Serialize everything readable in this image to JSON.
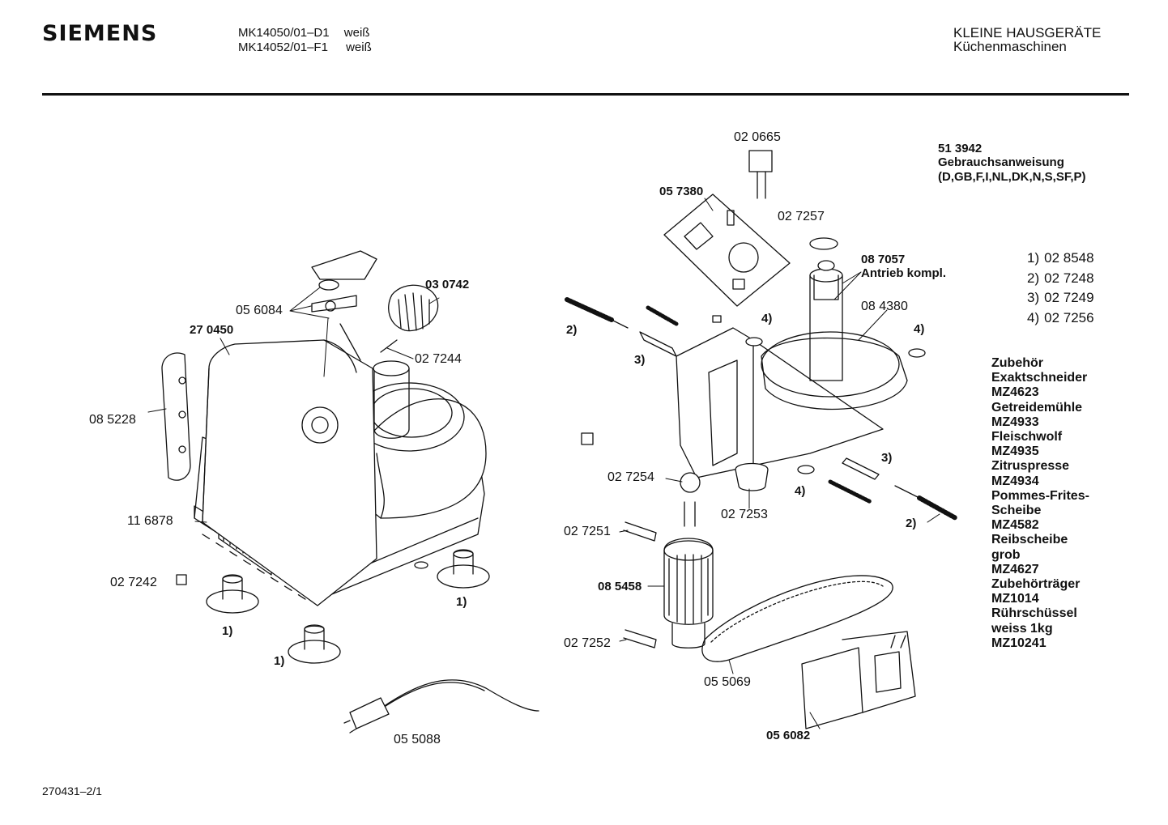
{
  "header": {
    "brand": "SIEMENS",
    "models": [
      {
        "code": "MK14050/01–D1",
        "color": "weiß"
      },
      {
        "code": "MK14052/01–F1",
        "color": "weiß"
      }
    ],
    "category": "KLEINE HAUSGERÄTE",
    "subcategory": "Küchenmaschinen"
  },
  "manual": {
    "part_number": "51 3942",
    "title": "Gebrauchsanweisung",
    "languages": "(D,GB,F,I,NL,DK,N,S,SF,P)"
  },
  "legend": [
    {
      "key": "1)",
      "part": "02 8548"
    },
    {
      "key": "2)",
      "part": "02 7248"
    },
    {
      "key": "3)",
      "part": "02 7249"
    },
    {
      "key": "4)",
      "part": "02 7256"
    }
  ],
  "accessories": {
    "title": "Zubehör",
    "items": [
      "Exaktschneider",
      "MZ4623",
      "Getreidemühle",
      "MZ4933",
      "Fleischwolf",
      "MZ4935",
      "Zitruspresse",
      "MZ4934",
      "Pommes-Frites-",
      "Scheibe",
      "MZ4582",
      "Reibscheibe",
      "grob",
      "MZ4627",
      "Zubehörträger",
      "MZ1014",
      "Rührschüssel",
      "weiss 1kg",
      "MZ10241"
    ]
  },
  "parts": {
    "p020665": "02 0665",
    "p057380": "05 7380",
    "p027257": "02 7257",
    "p087057": "08 7057",
    "antrieb": "Antrieb kompl.",
    "p084380": "08 4380",
    "p030742": "03 0742",
    "p056084": "05 6084",
    "p270450": "27 0450",
    "p027244": "02 7244",
    "p085228": "08 5228",
    "p116878": "11 6878",
    "p027242": "02 7242",
    "p055088": "05 5088",
    "p027254": "02 7254",
    "p027253": "02 7253",
    "p027251": "02 7251",
    "p085458": "08 5458",
    "p027252": "02 7252",
    "p055069": "05 5069",
    "p056082": "05 6082"
  },
  "callouts": {
    "one": "1)",
    "two": "2)",
    "three": "3)",
    "four": "4)"
  },
  "footer": {
    "doc_number": "270431–2/1"
  }
}
